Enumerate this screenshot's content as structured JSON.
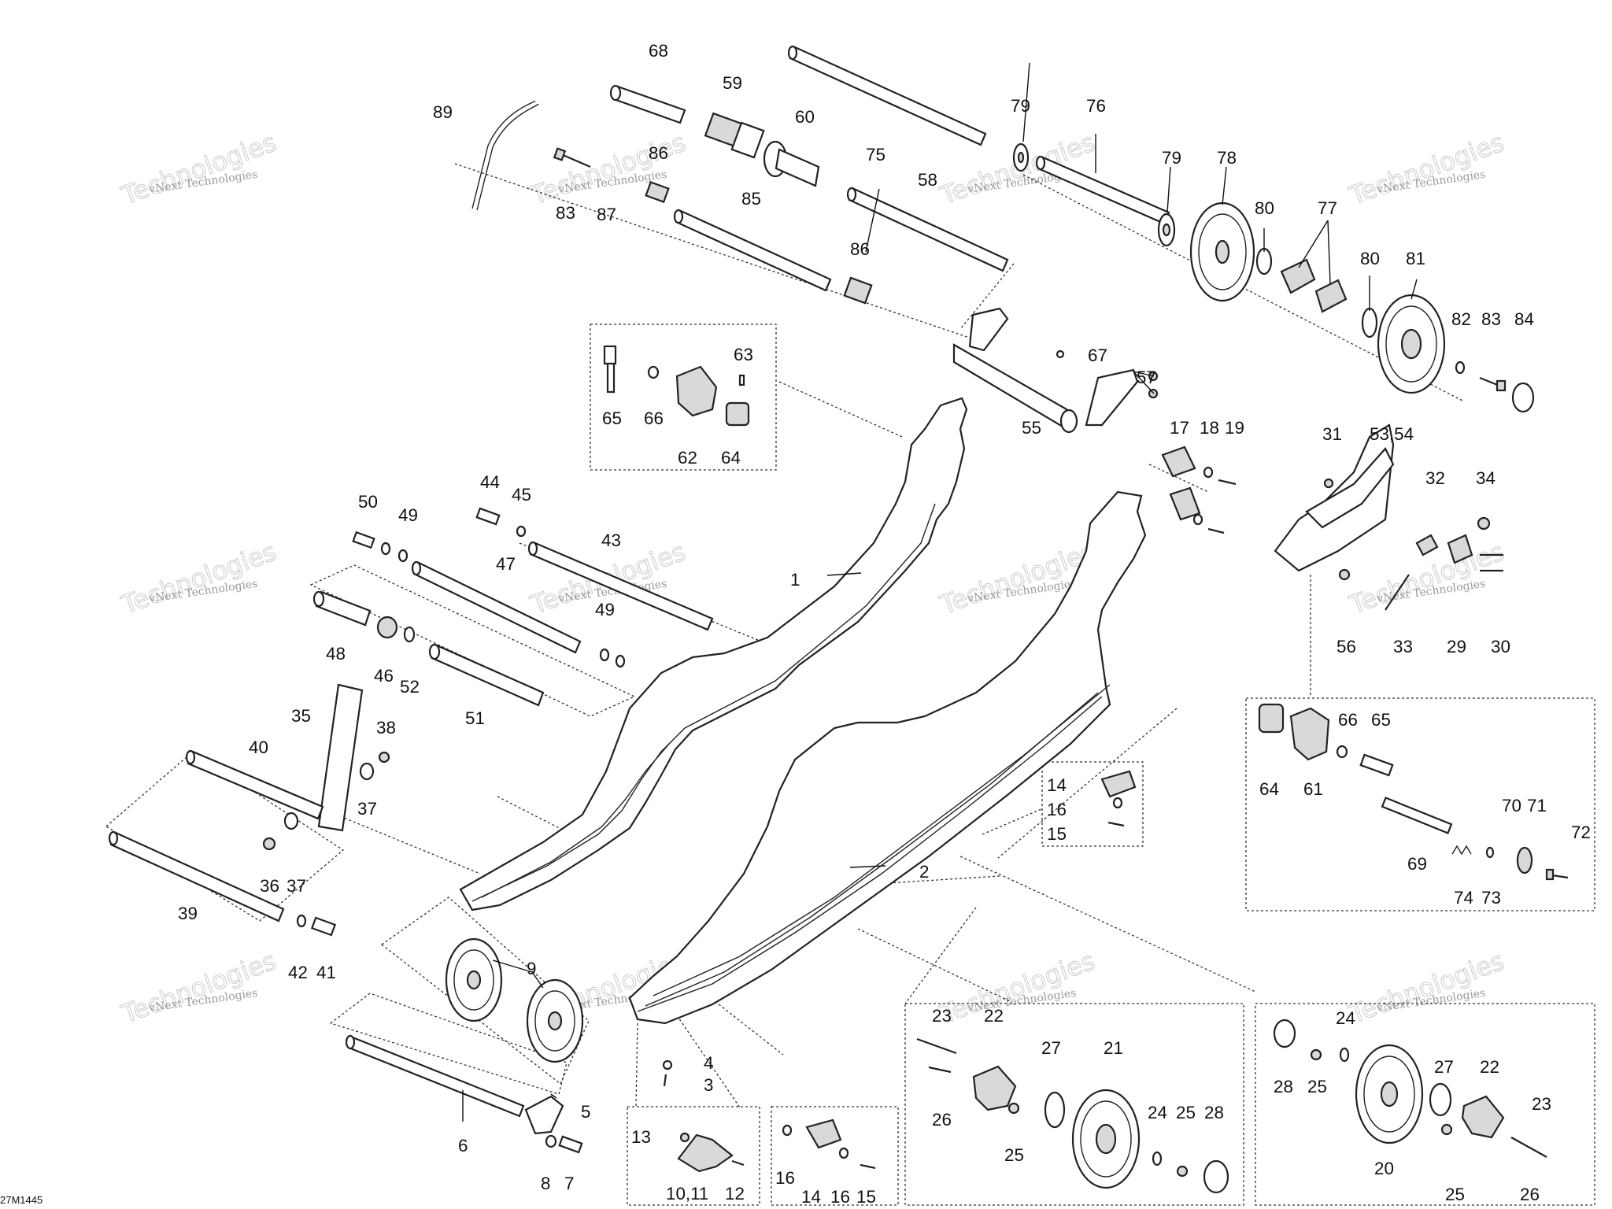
{
  "diagram_code": "27M1445",
  "watermark": {
    "line1": "vNext Technologies",
    "line2": "Technologies"
  },
  "labels": {
    "l1": "1",
    "l2": "2",
    "l3": "3",
    "l4": "4",
    "l5": "5",
    "l6": "6",
    "l7": "7",
    "l8": "8",
    "l9": "9",
    "l10_11": "10,11",
    "l12": "12",
    "l13": "13",
    "l14a": "14",
    "l14b": "14",
    "l15a": "15",
    "l15b": "15",
    "l16a": "16",
    "l16b": "16",
    "l16c": "16",
    "l17": "17",
    "l18": "18",
    "l19": "19",
    "l20": "20",
    "l21": "21",
    "l22a": "22",
    "l22b": "22",
    "l23a": "23",
    "l23b": "23",
    "l24a": "24",
    "l24b": "24",
    "l25a": "25",
    "l25b": "25",
    "l25c": "25",
    "l25d": "25",
    "l26a": "26",
    "l26b": "26",
    "l27a": "27",
    "l27b": "27",
    "l28a": "28",
    "l28b": "28",
    "l29": "29",
    "l30": "30",
    "l31": "31",
    "l32": "32",
    "l33": "33",
    "l34": "34",
    "l35": "35",
    "l36": "36",
    "l37a": "37",
    "l37b": "37",
    "l38": "38",
    "l39": "39",
    "l40": "40",
    "l41": "41",
    "l42": "42",
    "l43": "43",
    "l44": "44",
    "l45": "45",
    "l46": "46",
    "l47": "47",
    "l48": "48",
    "l49a": "49",
    "l49b": "49",
    "l50": "50",
    "l51": "51",
    "l52": "52",
    "l53_54": "53,54",
    "l55": "55",
    "l56": "56",
    "l57": "57",
    "l58": "58",
    "l59": "59",
    "l60": "60",
    "l61": "61",
    "l62": "62",
    "l63": "63",
    "l64a": "64",
    "l64b": "64",
    "l65a": "65",
    "l65b": "65",
    "l66a": "66",
    "l66b": "66",
    "l67": "67",
    "l68": "68",
    "l69": "69",
    "l70": "70",
    "l71": "71",
    "l72": "72",
    "l73": "73",
    "l74": "74",
    "l75": "75",
    "l76": "76",
    "l77": "77",
    "l78": "78",
    "l79a": "79",
    "l79b": "79",
    "l80a": "80",
    "l80b": "80",
    "l81": "81",
    "l82": "82",
    "l83a": "83",
    "l83b": "83",
    "l84": "84",
    "l85": "85",
    "l86a": "86",
    "l86b": "86",
    "l87": "87",
    "l89": "89"
  }
}
